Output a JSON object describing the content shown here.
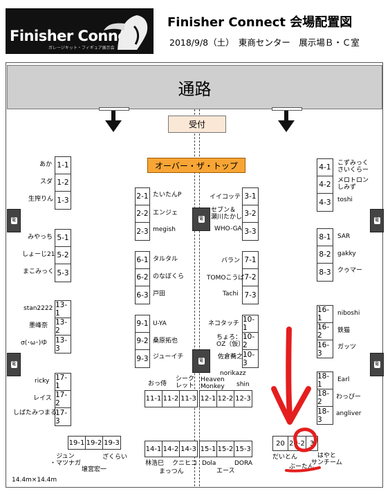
{
  "header": {
    "logo_text": "Finisher Connect",
    "logo_sub": "ガレージキット・フィギュア展示会",
    "title": "Finisher Connect 会場配置図",
    "subtitle": "2018/9/8（土）　東商センター　展示場Ｂ・Ｃ室"
  },
  "aisle": "通路",
  "reception": "受付",
  "featured": "オーバー・ザ・トップ",
  "pillar_glyph": "電",
  "scale": "14.4m×14.4m",
  "booths": {
    "g1": [
      "1-1",
      "1-2",
      "1-3"
    ],
    "g1n": [
      "あか",
      "スダ",
      "生搾りん"
    ],
    "g5": [
      "5-1",
      "5-2",
      "5-3"
    ],
    "g5n": [
      "みやっち",
      "しょーじ21",
      "まこみっく"
    ],
    "g13": [
      "13-1",
      "13-2",
      "13-3"
    ],
    "g13n": [
      "stan2222",
      "墨峰奈",
      "σ(･ω･)ゆ"
    ],
    "g17": [
      "17-1",
      "17-2",
      "17-3"
    ],
    "g17n": [
      "ricky",
      "レイス",
      "しばたみつまる"
    ],
    "g2": [
      "2-1",
      "2-2",
      "2-3"
    ],
    "g2n": [
      "たいたんP",
      "エンジェ",
      "megish"
    ],
    "g6": [
      "6-1",
      "6-2",
      "6-3"
    ],
    "g6n": [
      "タルタル",
      "のなぼくら",
      "戸田"
    ],
    "g9": [
      "9-1",
      "9-2",
      "9-3"
    ],
    "g9n": [
      "U-YA",
      "桑原拓也",
      "ジューイチ"
    ],
    "g3": [
      "3-1",
      "3-2",
      "3-3"
    ],
    "g3n": [
      "イイコッテ",
      "セブン＆\n瀬川たかし",
      "WHO-GA"
    ],
    "g7": [
      "7-1",
      "7-2",
      "7-3"
    ],
    "g7n": [
      "バラン",
      "TOMOこうば",
      "Tachi"
    ],
    "g10": [
      "10-1",
      "10-2",
      "10-3"
    ],
    "g10n": [
      "ネコタッチ",
      "ちょろ：\nOZ（仮）",
      "佐倉蕎之"
    ],
    "g4": [
      "4-1",
      "4-2",
      "4-3"
    ],
    "g4n": [
      "こずみっく\nさいくらー",
      "メロトロン\nしみず",
      "toshi"
    ],
    "g8": [
      "8-1",
      "8-2",
      "8-3"
    ],
    "g8n": [
      "SAR",
      "gakky",
      "クゥマー"
    ],
    "g16": [
      "16-1",
      "16-2",
      "16-3"
    ],
    "g16n": [
      "niboshi",
      "鉄猫",
      "ガッツ"
    ],
    "g18": [
      "18-1",
      "18-2",
      "18-3"
    ],
    "g18n": [
      "Earl",
      "わっぴー",
      "angliver"
    ],
    "g11": [
      "11-1",
      "11-2",
      "11-3"
    ],
    "g11n": [
      "おっ侍",
      "シーク\nレット"
    ],
    "g12": [
      "12-1",
      "12-2",
      "12-3"
    ],
    "g12n": [
      "Heaven\nMonkey",
      "shin"
    ],
    "g12n2": "norikazz",
    "g19": [
      "19-1",
      "19-2",
      "19-3"
    ],
    "g19n": [
      "ジュン\n・マツナガ",
      "ざくらい",
      "壌宮宏一"
    ],
    "g14": [
      "14-1",
      "14-2",
      "14-3"
    ],
    "g14n": [
      "林浩巳",
      "クニヒコ",
      "まっつん"
    ],
    "g15": [
      "15-1",
      "15-2",
      "15-3"
    ],
    "g15n": [
      "Dola",
      "DORA",
      "エース"
    ],
    "g20": [
      "20",
      "20-2",
      "3"
    ],
    "g20n": [
      "だいとん",
      "ぶーたん",
      "はやと\nサンチーム"
    ]
  },
  "colors": {
    "annotation": "#e41e1e",
    "featured": "#f7a535",
    "reception": "#fbe7d6",
    "aisle": "#cfcfcf"
  }
}
